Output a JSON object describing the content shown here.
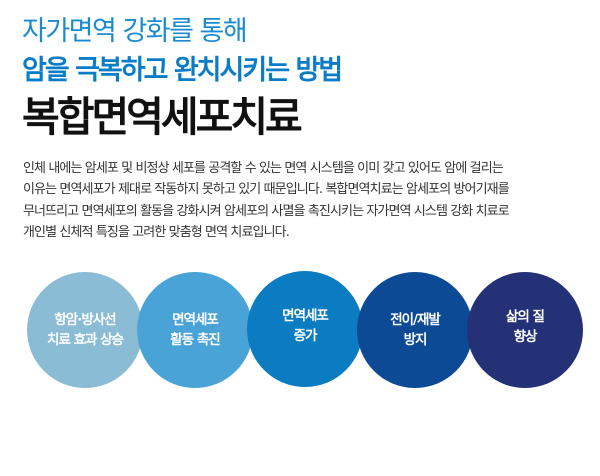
{
  "header": {
    "line1": "자가면역 강화를 통해",
    "line2": "암을 극복하고 완치시키는 방법",
    "title": "복합면역세포치료"
  },
  "description": {
    "lines": [
      "인체 내에는 암세포 및 비정상 세포를 공격할 수 있는 면역 시스템을 이미 갖고 있어도 암에 걸리는",
      "이유는 면역세포가 제대로 작동하지 못하고 있기 때문입니다. 복합면역치료는 암세포의 방어기재를",
      "무너뜨리고 면역세포의 활동을 강화시켜 암세포의 사멸을 촉진시키는 자가면역 시스템 강화 치료로",
      "개인별 신체적 특징을 고려한 맞춤형 면역 치료입니다."
    ]
  },
  "benefits": [
    {
      "line1": "항암·방사선",
      "line2": "치료 효과 상승",
      "color": "#8bbcd6"
    },
    {
      "line1": "면역세포",
      "line2": "활동 촉진",
      "color": "#4aa3d6"
    },
    {
      "line1": "면역세포",
      "line2": "증가",
      "color": "#0b7cc1"
    },
    {
      "line1": "전이/재발",
      "line2": "방지",
      "color": "#0d4a96"
    },
    {
      "line1": "삶의 질",
      "line2": "향상",
      "color": "#253177"
    }
  ]
}
